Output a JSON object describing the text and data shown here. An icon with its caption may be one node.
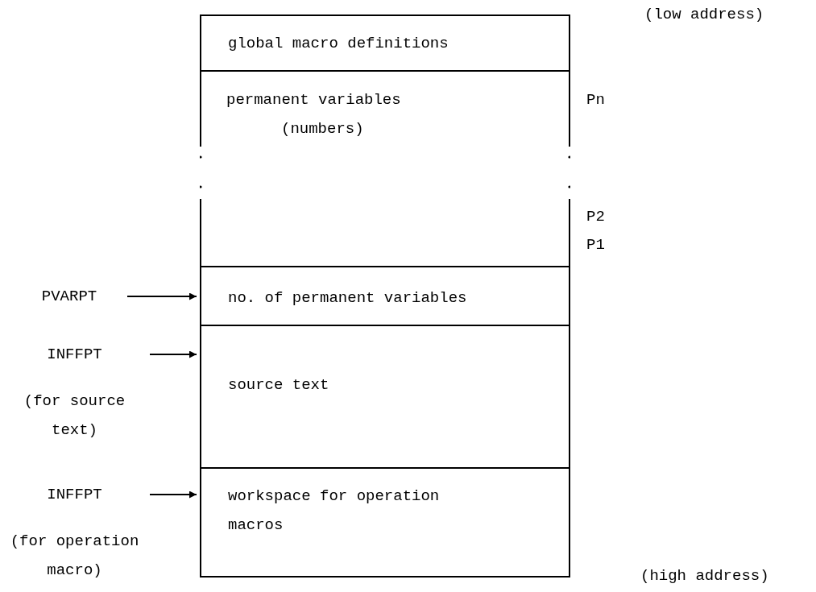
{
  "diagram": {
    "nodes": [
      {
        "text": [
          "global macro definitions"
        ]
      },
      {
        "text": [
          "permanent variables",
          "(numbers)"
        ],
        "beside": [
          "Pn",
          "P2",
          "P1"
        ]
      },
      {
        "text": [
          "no. of permanent variables"
        ]
      },
      {
        "text": [
          "source text"
        ]
      },
      {
        "text": [
          "workspace for operation macros"
        ]
      },
      {
        "text": [
          "PVARPT"
        ]
      },
      {
        "text": [
          "INFFPT",
          "(for source text)"
        ]
      },
      {
        "text": [
          "INFFPT",
          "(for operation macro)"
        ]
      }
    ],
    "edges": [
      {
        "from": 5,
        "to": 2,
        "arrow": "to"
      },
      {
        "from": 6,
        "to": 3,
        "arrow": "to"
      },
      {
        "from": 7,
        "to": 4,
        "arrow": "to"
      }
    ],
    "labels": [
      "(low address)",
      "(high address)"
    ]
  }
}
